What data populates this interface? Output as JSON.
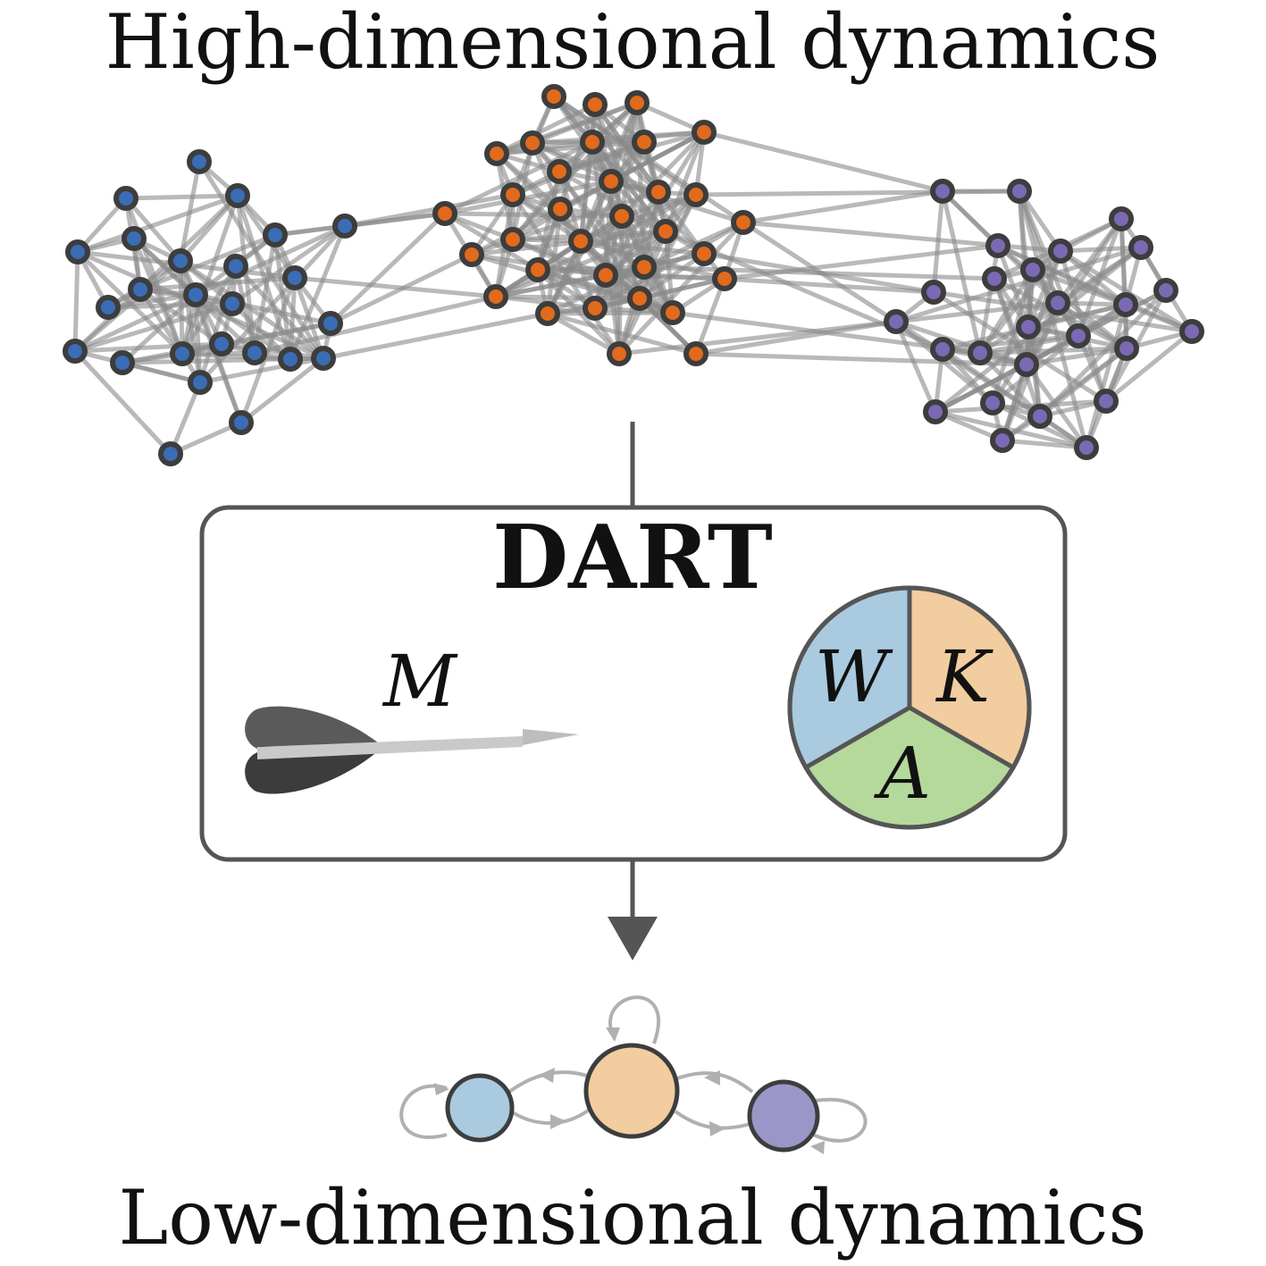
{
  "title_top": "High-dimensional dynamics",
  "title_bottom": "Low-dimensional dynamics",
  "box": {
    "title": "DART",
    "dart_label": "M",
    "pie_labels": {
      "left": "W",
      "right": "K",
      "bottom": "A"
    }
  },
  "colors": {
    "community_1": "#3a6db5",
    "community_2": "#e26a1c",
    "community_3": "#7b69b4",
    "reduced_1": "#a9cadf",
    "reduced_2": "#f1cd9f",
    "reduced_3": "#9a97c8",
    "pie_W": "#a9cadf",
    "pie_K": "#f1cd9f",
    "pie_A": "#b5d89b",
    "edge": "#8a8a8a",
    "outline": "#555555"
  }
}
